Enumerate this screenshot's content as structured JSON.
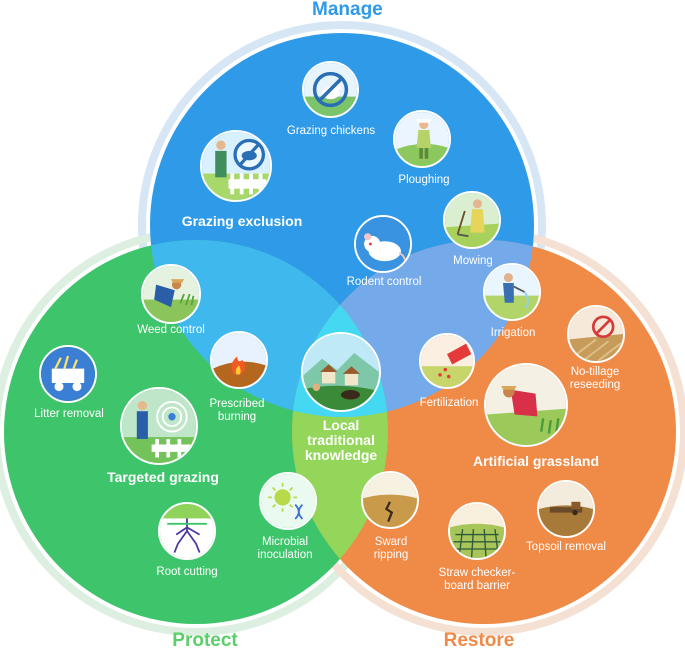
{
  "sections": {
    "manage": "Manage",
    "protect": "Protect",
    "restore": "Restore"
  },
  "colors": {
    "manage": "#2f9be8",
    "protect": "#3ec56b",
    "restore": "#f08a47",
    "manage_protect": "#3fb8ee",
    "manage_restore": "#74a9ea",
    "protect_restore": "#93d65a",
    "center": "#44d8f2",
    "title_manage": "#2f9be8",
    "title_protect": "#5bcf6a",
    "title_restore": "#f08a47"
  },
  "practices": {
    "grazing_chickens": "Grazing chickens",
    "ploughing": "Ploughing",
    "grazing_exclusion": "Grazing exclusion",
    "mowing": "Mowing",
    "rodent_control": "Rodent control",
    "weed_control": "Weed control",
    "irrigation": "Irrigation",
    "no_tillage_1": "No-tillage",
    "no_tillage_2": "reseeding",
    "prescribed_1": "Prescribed",
    "prescribed_2": "burning",
    "ltk_1": "Local",
    "ltk_2": "traditional",
    "ltk_3": "knowledge",
    "fertilization": "Fertilization",
    "litter_removal": "Litter removal",
    "targeted_grazing": "Targeted grazing",
    "artificial_grassland": "Artificial grassland",
    "microbial_1": "Microbial",
    "microbial_2": "inoculation",
    "sward_1": "Sward",
    "sward_2": "ripping",
    "topsoil_removal": "Topsoil removal",
    "root_cutting": "Root cutting",
    "straw_1": "Straw checker-",
    "straw_2": "board barrier"
  },
  "icons": [
    "no-grazing-chicken-icon",
    "farmer-ploughing-icon",
    "no-grazing-livestock-icon",
    "mowing-icon",
    "rodent-icon",
    "weeding-farmer-icon",
    "irrigation-icon",
    "no-tillage-icon",
    "fire-icon",
    "village-landscape-icon",
    "fertilizer-bag-icon",
    "litter-cart-icon",
    "targeted-grazing-icon",
    "planting-farmer-icon",
    "microbe-dna-icon",
    "sward-crack-icon",
    "topsoil-tractor-icon",
    "root-icon",
    "straw-grid-icon"
  ]
}
